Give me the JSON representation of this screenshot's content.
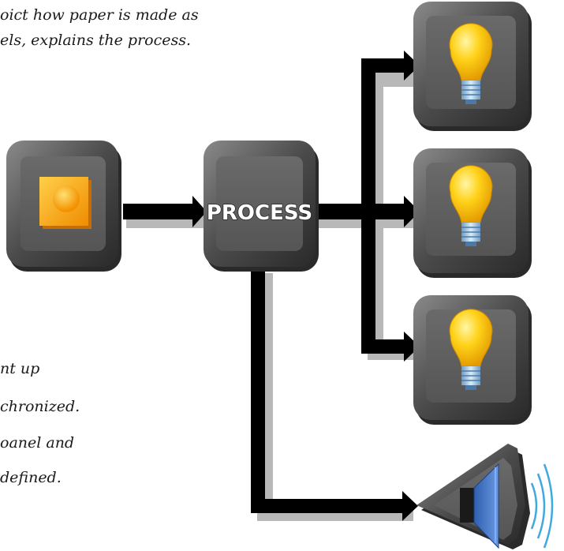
{
  "text": {
    "line1": "oict how paper is made as",
    "line2": "els, explains the process.",
    "line3": "nt up",
    "line4": "chronized.",
    "line5": "oanel and",
    "line6": "defined."
  },
  "diagram": {
    "process_label": "PROCESS",
    "input_icon": "orange-square-button-icon",
    "output_icon": "light-bulb-icon",
    "speaker_icon": "speaker-sound-icon",
    "colors": {
      "tile": "#5a5a5a",
      "tile_dark": "#2e2e2e",
      "bulb": "#f5c400",
      "screw": "#8fb8d8",
      "input_button": "#f6a800",
      "speaker_cone": "#3a6ec0",
      "sound_wave": "#3fa9e0",
      "arrow": "#000000"
    }
  }
}
